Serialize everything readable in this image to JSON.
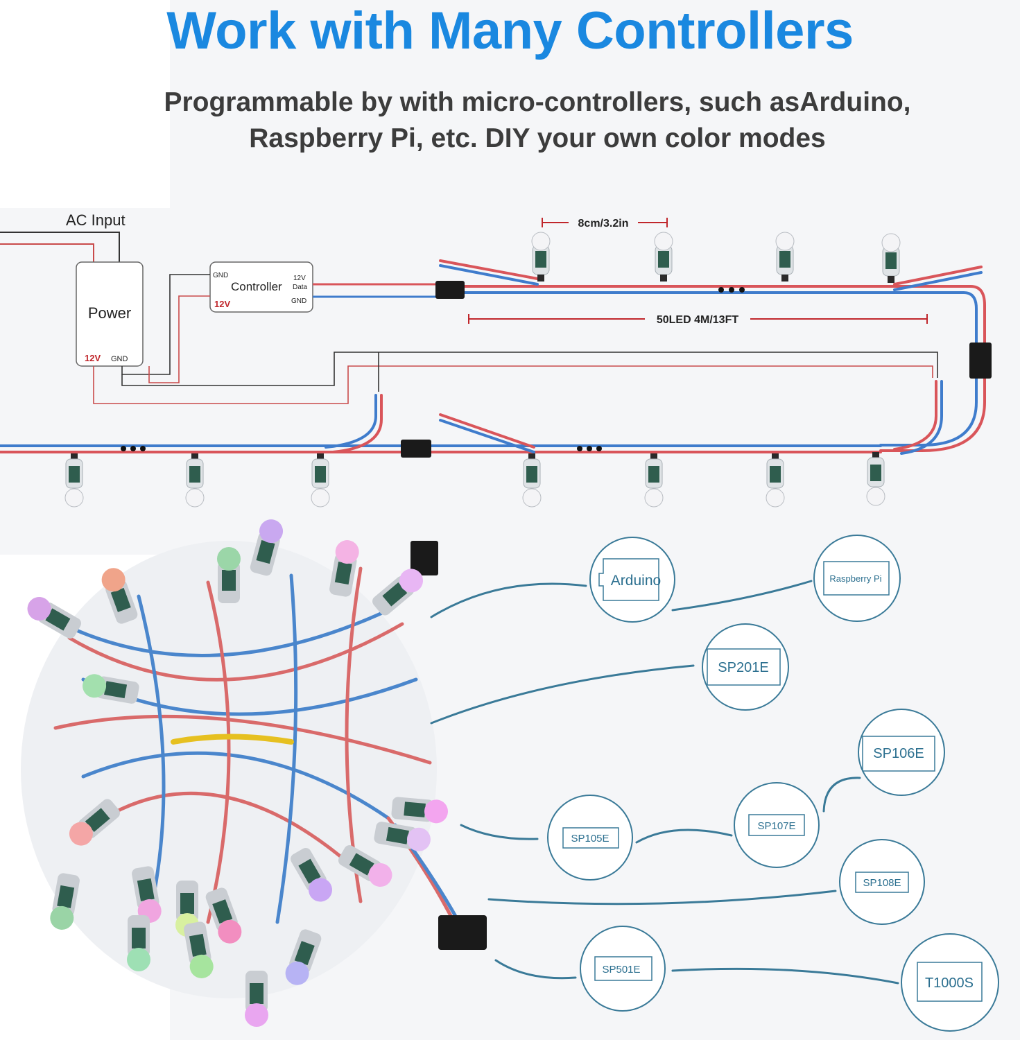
{
  "colors": {
    "title": "#1a88e0",
    "subtitle": "#3c3c3c",
    "wire_red": "#d9555a",
    "wire_blue": "#3f7ccc",
    "controller_line": "#3a7a98",
    "label_red": "#c0262b"
  },
  "title": "Work with Many Controllers",
  "subtitle": {
    "line1": "Programmable by with micro-controllers, such asArduino,",
    "line2": "Raspberry Pi, etc. DIY your own color modes"
  },
  "wiring": {
    "ac_input": "AC Input",
    "power": {
      "label": "Power",
      "v12": "12V",
      "gnd": "GND"
    },
    "controller": {
      "label": "Controller",
      "gnd": "GND",
      "v12_in": "12V",
      "out_12v": "12V",
      "out_data": "Data",
      "out_gnd": "GND"
    },
    "spacing": "8cm/3.2in",
    "length": "50LED 4M/13FT"
  },
  "controllers": [
    {
      "name": "Arduino",
      "icon": "arduino-board-icon"
    },
    {
      "name": "Raspberry Pi",
      "icon": "raspberry-pi-board-icon"
    },
    {
      "name": "SP201E",
      "icon": "sp201e-controller-icon"
    },
    {
      "name": "SP106E",
      "icon": "sp106e-controller-icon"
    },
    {
      "name": "SP107E",
      "icon": "sp107e-controller-icon"
    },
    {
      "name": "SP105E",
      "icon": "sp105e-controller-icon"
    },
    {
      "name": "SP108E",
      "icon": "sp108e-controller-icon"
    },
    {
      "name": "SP501E",
      "icon": "sp501e-controller-icon"
    },
    {
      "name": "T1000S",
      "icon": "t1000s-controller-icon"
    }
  ]
}
